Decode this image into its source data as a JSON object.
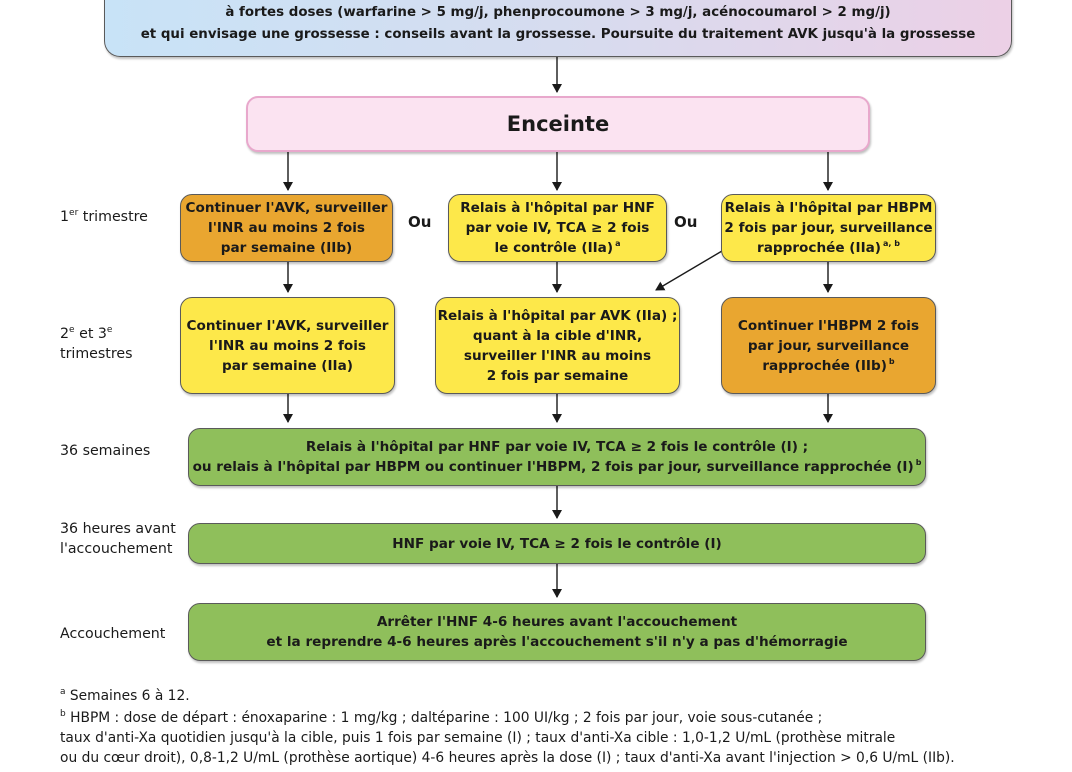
{
  "top_box": {
    "line1": "à fortes doses (warfarine > 5 mg/j, phenprocoumone > 3 mg/j, acénocoumarol > 2 mg/j)",
    "line2": "et qui envisage une grossesse : conseils avant la grossesse. Poursuite du traitement AVK jusqu'à la grossesse"
  },
  "enceinte": "Enceinte",
  "row_labels": {
    "t1_num": "1",
    "t1_sup": "er",
    "t1_rest": " trimestre",
    "t23_a": "2",
    "t23_a_sup": "e",
    "t23_mid": " et 3",
    "t23_b_sup": "e",
    "t23_line2": "trimestres",
    "s36": "36 semaines",
    "h36_line1": "36 heures avant",
    "h36_line2": "l'accouchement",
    "accouchement": "Accouchement"
  },
  "ou": "Ou",
  "row1": {
    "left": [
      "Continuer l'AVK, surveiller",
      "l'INR au moins 2 fois",
      "par semaine (IIb)"
    ],
    "mid": [
      "Relais à l'hôpital par HNF",
      "par voie IV, TCA ≥ 2 fois",
      "le contrôle (IIa)"
    ],
    "mid_sup": "a",
    "right": [
      "Relais à l'hôpital par HBPM",
      "2 fois par jour, surveillance",
      "rapprochée (IIa)"
    ],
    "right_sup": "a, b"
  },
  "row2": {
    "left": [
      "Continuer l'AVK, surveiller",
      "l'INR au moins 2 fois",
      "par semaine (IIa)"
    ],
    "mid": [
      "Relais à l'hôpital par AVK (IIa) ;",
      "quant à la cible d'INR,",
      "surveiller l'INR au moins",
      "2 fois par semaine"
    ],
    "right": [
      "Continuer l'HBPM 2 fois",
      "par jour, surveillance",
      "rapprochée (IIb)"
    ],
    "right_sup": "b"
  },
  "green1": {
    "line1": "Relais à l'hôpital par HNF par voie IV, TCA ≥ 2 fois le contrôle (I) ;",
    "line2": "ou relais à l'hôpital par HBPM ou continuer l'HBPM, 2 fois par jour, surveillance rapprochée (I)",
    "sup": "b"
  },
  "green2": "HNF par voie IV, TCA ≥ 2 fois le contrôle (I)",
  "green3": {
    "line1": "Arrêter l'HNF 4-6 heures avant l'accouchement",
    "line2": "et la reprendre 4-6 heures après l'accouchement s'il n'y a pas d'hémorragie"
  },
  "footnotes": {
    "a_sup": "a",
    "a_text": " Semaines 6 à 12.",
    "b_sup": "b",
    "b_line1": " HBPM : dose de départ : énoxaparine : 1 mg/kg ; daltéparine : 100 UI/kg ; 2 fois par jour, voie sous-cutanée ;",
    "b_line2": "taux d'anti-Xa quotidien jusqu'à la cible, puis 1 fois par semaine (I) ; taux d'anti-Xa cible : 1,0-1,2 U/mL (prothèse mitrale",
    "b_line3": "ou du cœur droit), 0,8-1,2 U/mL (prothèse aortique) 4-6 heures après la dose (I) ; taux d'anti-Xa avant l'injection > 0,6 U/mL (IIb)."
  },
  "colors": {
    "yellow": "#fde84a",
    "orange": "#e9a630",
    "green": "#8fbf5b",
    "pink": "#fbe3f1",
    "top_gradient_left": "#c8e3f7",
    "top_gradient_right": "#ecd0e6"
  }
}
